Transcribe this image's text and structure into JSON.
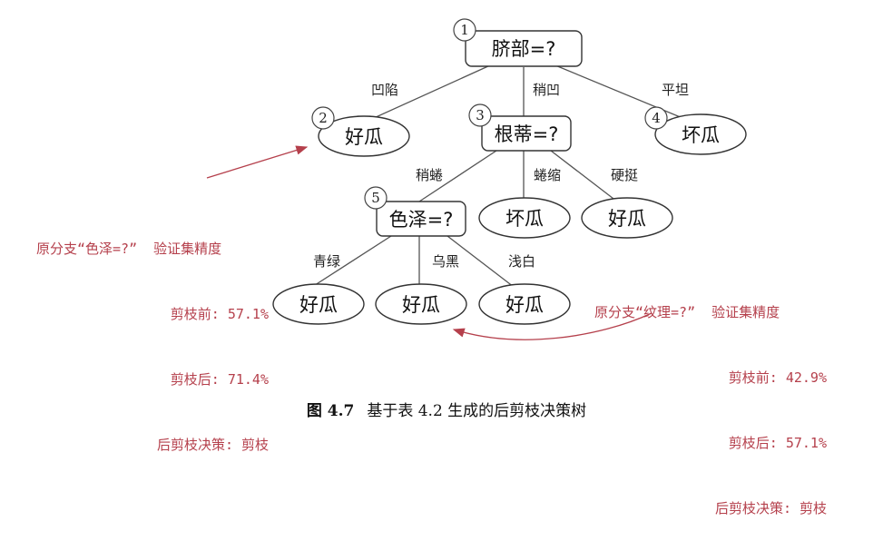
{
  "nodes": {
    "n1": {
      "id": "1",
      "label": "脐部=?"
    },
    "n2": {
      "id": "2",
      "label": "好瓜"
    },
    "n3": {
      "id": "3",
      "label": "根蒂=?"
    },
    "n4": {
      "id": "4",
      "label": "坏瓜"
    },
    "n5": {
      "id": "5",
      "label": "色泽=?"
    },
    "leaf_mid1": {
      "label": "坏瓜"
    },
    "leaf_mid2": {
      "label": "好瓜"
    },
    "leaf_b1": {
      "label": "好瓜"
    },
    "leaf_b2": {
      "label": "好瓜"
    },
    "leaf_b3": {
      "label": "好瓜"
    }
  },
  "edges": {
    "e1_2": "凹陷",
    "e1_3": "稍凹",
    "e1_4": "平坦",
    "e3_5": "稍蜷",
    "e3_mid1": "蜷缩",
    "e3_mid2": "硬挺",
    "e5_b1": "青绿",
    "e5_b2": "乌黑",
    "e5_b3": "浅白"
  },
  "note_left": {
    "title": "原分支“色泽=?”  验证集精度",
    "before": "剪枝前: 57.1%",
    "after": "剪枝后: 71.4%",
    "decision": "后剪枝决策: 剪枝"
  },
  "note_right": {
    "title": "原分支“纹理=?”  验证集精度",
    "before": "剪枝前: 42.9%",
    "after": "剪枝后: 57.1%",
    "decision": "后剪枝决策: 剪枝"
  },
  "caption": {
    "number": "图 4.7",
    "text": "基于表 4.2 生成的后剪枝决策树"
  },
  "colors": {
    "annotation": "#b5404c",
    "line": "#555555"
  }
}
